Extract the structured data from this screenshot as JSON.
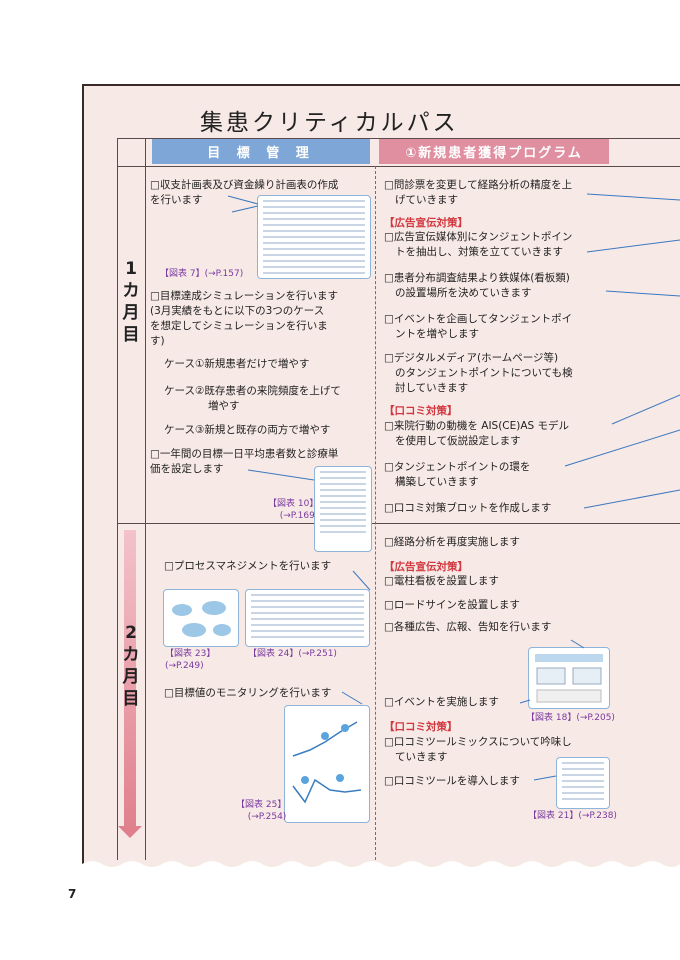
{
  "title": "集患クリティカルパス",
  "headers": {
    "col1": "目 標 管 理",
    "col2": "①新規患者獲得プログラム"
  },
  "months": {
    "m1": [
      "1",
      "カ",
      "月",
      "目"
    ],
    "m2": [
      "2",
      "カ",
      "月",
      "目"
    ]
  },
  "col1": {
    "item1": [
      "□収支計画表及び資金繰り計画表の作成",
      "を行います"
    ],
    "ref7": "【図表 7】(→P.157)",
    "item2": [
      "□目標達成シミュレーションを行います",
      "(3月実績をもとに以下の3つのケース",
      "を想定してシミュレーションを行いま",
      "す)"
    ],
    "case1": "ケース①新規患者だけで増やす",
    "case2": [
      "ケース②既存患者の来院頻度を上げて",
      "増やす"
    ],
    "case3": "ケース③新規と既存の両方で増やす",
    "item3": [
      "□一年間の目標一日平均患者数と診療単",
      "価を設定します"
    ],
    "ref10": [
      "【図表 10】",
      "(→P.169)"
    ],
    "item4": "□プロセスマネジメントを行います",
    "ref23": [
      "【図表 23】",
      "(→P.249)"
    ],
    "ref24": "【図表 24】(→P.251)",
    "item5": "□目標値のモニタリングを行います",
    "ref25": [
      "【図表 25】",
      "(→P.254)"
    ]
  },
  "col2": {
    "item1": [
      "□問診票を変更して経路分析の精度を上",
      "げていきます"
    ],
    "sec_ad1": "【広告宣伝対策】",
    "item2": [
      "□広告宣伝媒体別にタンジェントポイン",
      "トを抽出し、対策を立てていきます"
    ],
    "item3": [
      "□患者分布調査結果より鉄媒体(看板類)",
      "の設置場所を決めていきます"
    ],
    "item4": [
      "□イベントを企画してタンジェントポイ",
      "ントを増やします"
    ],
    "item5": [
      "□デジタルメディア(ホームページ等)",
      "のタンジェントポイントについても検",
      "討していきます"
    ],
    "sec_kc1": "【口コミ対策】",
    "item6": [
      "□来院行動の動機を AIS(CE)AS モデル",
      "を使用して仮説設定します"
    ],
    "item7": [
      "□タンジェントポイントの環を",
      "構築していきます"
    ],
    "item8": "□口コミ対策ブロットを作成します",
    "item9": "□経路分析を再度実施します",
    "sec_ad2": "【広告宣伝対策】",
    "item10": "□電柱看板を設置します",
    "item11": "□ロードサインを設置します",
    "item12": "□各種広告、広報、告知を行います",
    "item13": "□イベントを実施します",
    "ref18": "【図表 18】(→P.205)",
    "sec_kc2": "【口コミ対策】",
    "item14": [
      "□口コミツールミックスについて吟味し",
      "ていきます"
    ],
    "item15": "□口コミツールを導入します",
    "ref21": "【図表 21】(→P.238)"
  },
  "page_number": "7"
}
